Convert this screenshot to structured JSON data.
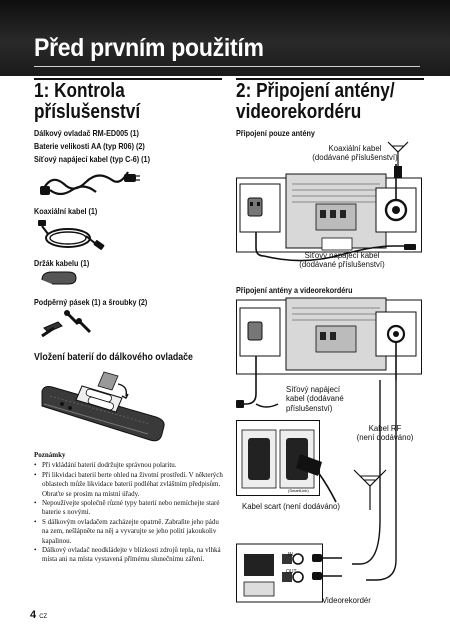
{
  "header": {
    "title": "Před prvním použitím"
  },
  "section1": {
    "title_line1": "1: Kontrola",
    "title_line2": "příslušenství",
    "items": [
      "Dálkový ovladač RM-ED005 (1)",
      "Baterie velikosti AA (typ R06) (2)",
      "Síťový napájecí kabel (typ C-6) (1)"
    ],
    "coax_label": "Koaxiální kabel (1)",
    "holder_label": "Držák kabelu (1)",
    "strap_label": "Podpěrný pásek (1) a šroubky (2)",
    "batteries_heading": "Vložení baterií do dálkového ovladače"
  },
  "notes": {
    "title": "Poznámky",
    "items": [
      "Při vkládání baterií dodržujte správnou polaritu.",
      "Při likvidaci baterií berte ohled na životní prostředí. V některých oblastech může likvidace baterií podléhat zvláštním předpisům. Obraťte se prosím na místní úřady.",
      "Nepoužívejte společně různé typy baterií nebo nemíchejte staré baterie s novými.",
      "S dálkovým ovladačem zacházejte opatrně. Zabraňte jeho pádu na zem, nešlápněte na něj a vyvarujte se jeho polití jakoukoliv kapalinou.",
      "Dálkový ovladač neodkládejte v blízkosti zdrojů tepla, na vlhká místa ani na místa vystavená přímému slunečnímu záření."
    ]
  },
  "section2": {
    "title_line1": "2: Připojení antény/",
    "title_line2": "videorekordéru",
    "antenna_only": "Připojení pouze antény",
    "coax_supplied_1": "Koaxiální kabel",
    "coax_supplied_2": "(dodávané příslušenství)",
    "power_supplied_1": "Síťový napájecí kabel",
    "power_supplied_2": "(dodávané příslušenství)",
    "antenna_vcr": "Připojení antény a videorekordéru",
    "power2_1": "Síťový napájecí",
    "power2_2": "kabel (dodávané",
    "power2_3": "příslušenství)",
    "rf_1": "Kabel RF",
    "rf_2": "(není dodáváno)",
    "scart": "Kabel scart (není dodáváno)",
    "vcr": "Videorekordér",
    "in": "IN",
    "out": "OUT"
  },
  "footer": {
    "page": "4",
    "lang": "CZ"
  }
}
